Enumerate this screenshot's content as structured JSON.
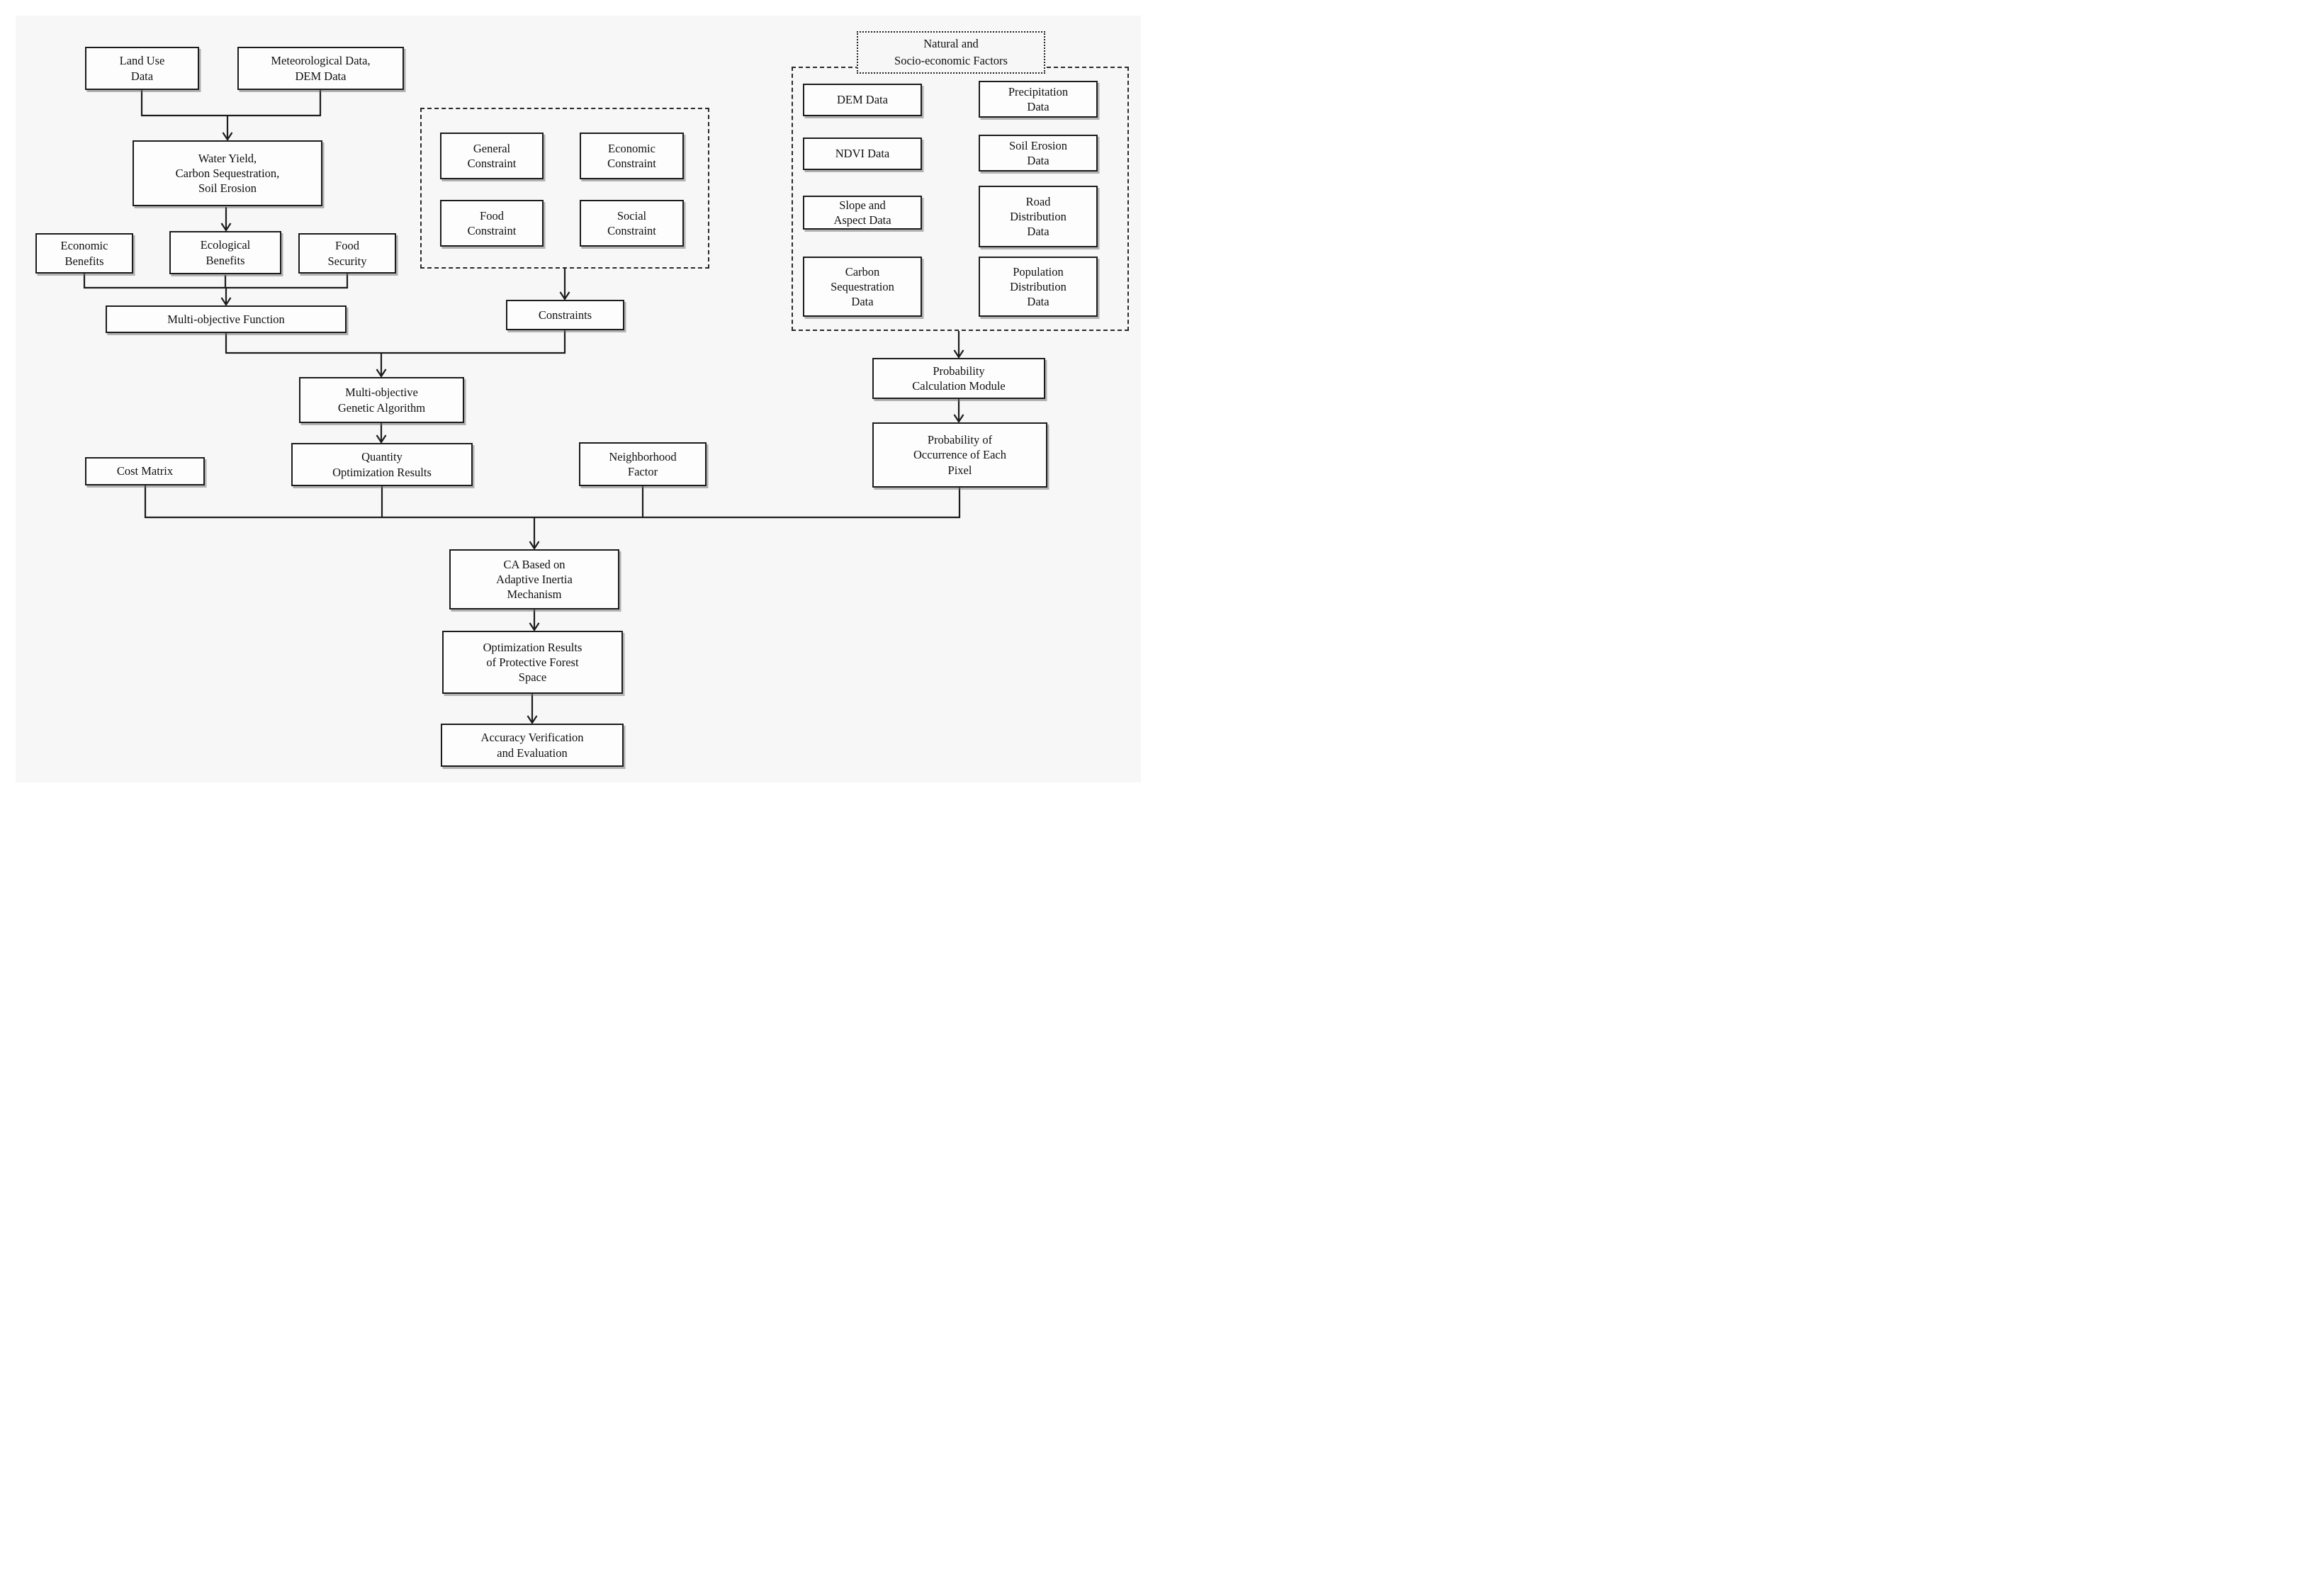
{
  "diagram": {
    "background_color": "#f7f7f7",
    "box_fill": "#fdfdfd",
    "line_color": "#1c1c1c",
    "factors_title": "Natural and\nSocio-economic Factors",
    "nodes": {
      "land_use": "Land Use\nData",
      "meteorological_dem": "Meteorological Data,\nDEM Data",
      "water_yield": "Water Yield,\nCarbon Sequestration,\nSoil Erosion",
      "economic_benefits": "Economic\nBenefits",
      "ecological_benefits": "Ecological\nBenefits",
      "food_security": "Food\nSecurity",
      "multi_objective_function": "Multi-objective Function",
      "general_constraint": "General\nConstraint",
      "economic_constraint": "Economic\nConstraint",
      "food_constraint": "Food\nConstraint",
      "social_constraint": "Social\nConstraint",
      "constraints": "Constraints",
      "dem_data": "DEM Data",
      "precipitation_data": "Precipitation\nData",
      "ndvi_data": "NDVI Data",
      "soil_erosion_data": "Soil Erosion\nData",
      "slope_aspect_data": "Slope and\nAspect Data",
      "road_distribution_data": "Road\nDistribution\nData",
      "carbon_sequestration_data": "Carbon\nSequestration\nData",
      "population_distribution_data": "Population\nDistribution\nData",
      "probability_calculation_module": "Probability\nCalculation Module",
      "probability_of_occurrence": "Probability of\nOccurrence of Each\nPixel",
      "multi_objective_ga": "Multi-objective\nGenetic Algorithm",
      "quantity_optimization_results": "Quantity\nOptimization Results",
      "cost_matrix": "Cost Matrix",
      "neighborhood_factor": "Neighborhood\nFactor",
      "ca_adaptive_inertia": "CA Based on\nAdaptive Inertia\nMechanism",
      "optimization_results_space": "Optimization Results\nof Protective Forest\nSpace",
      "accuracy_verification": "Accuracy Verification\nand Evaluation"
    },
    "edges": [
      {
        "from": [
          "land_use",
          "meteorological_dem"
        ],
        "to": "water_yield"
      },
      {
        "from": [
          "water_yield"
        ],
        "to": "ecological_benefits"
      },
      {
        "from": [
          "economic_benefits",
          "ecological_benefits",
          "food_security"
        ],
        "to": "multi_objective_function"
      },
      {
        "from": [
          "constraints_group"
        ],
        "to": "constraints"
      },
      {
        "from": [
          "multi_objective_function",
          "constraints"
        ],
        "to": "multi_objective_ga"
      },
      {
        "from": [
          "multi_objective_ga"
        ],
        "to": "quantity_optimization_results"
      },
      {
        "from": [
          "factors_group"
        ],
        "to": "probability_calculation_module"
      },
      {
        "from": [
          "probability_calculation_module"
        ],
        "to": "probability_of_occurrence"
      },
      {
        "from": [
          "cost_matrix",
          "quantity_optimization_results",
          "neighborhood_factor",
          "probability_of_occurrence"
        ],
        "to": "ca_adaptive_inertia"
      },
      {
        "from": [
          "ca_adaptive_inertia"
        ],
        "to": "optimization_results_space"
      },
      {
        "from": [
          "optimization_results_space"
        ],
        "to": "accuracy_verification"
      }
    ]
  }
}
